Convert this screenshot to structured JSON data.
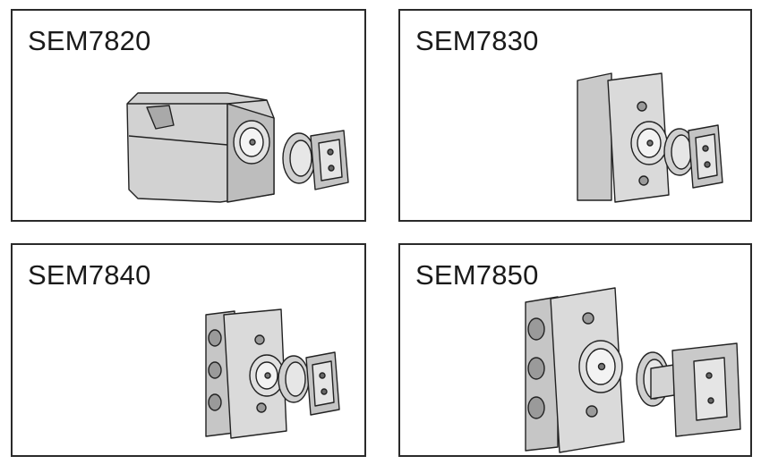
{
  "products": [
    {
      "model": "SEM7820",
      "icon": "surface-mount-door-holder-icon"
    },
    {
      "model": "SEM7830",
      "icon": "wall-mount-door-holder-icon"
    },
    {
      "model": "SEM7840",
      "icon": "flush-mount-door-holder-icon"
    },
    {
      "model": "SEM7850",
      "icon": "recessed-mount-door-holder-icon"
    }
  ]
}
